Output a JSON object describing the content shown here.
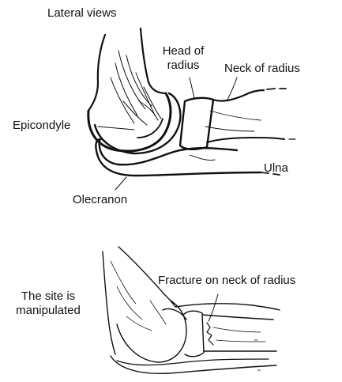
{
  "top_figure": {
    "heading": "Lateral views",
    "labels": {
      "head_of_radius_line1": "Head of",
      "head_of_radius_line2": "radius",
      "neck_of_radius": "Neck of radius",
      "epicondyle": "Epicondyle",
      "ulna": "Ulna",
      "olecranon": "Olecranon"
    }
  },
  "bottom_figure": {
    "labels": {
      "site_line1": "The site is",
      "site_line2": "manipulated",
      "fracture": "Fracture on neck of radius"
    }
  },
  "colors": {
    "ink": "#111111",
    "background": "#ffffff"
  }
}
